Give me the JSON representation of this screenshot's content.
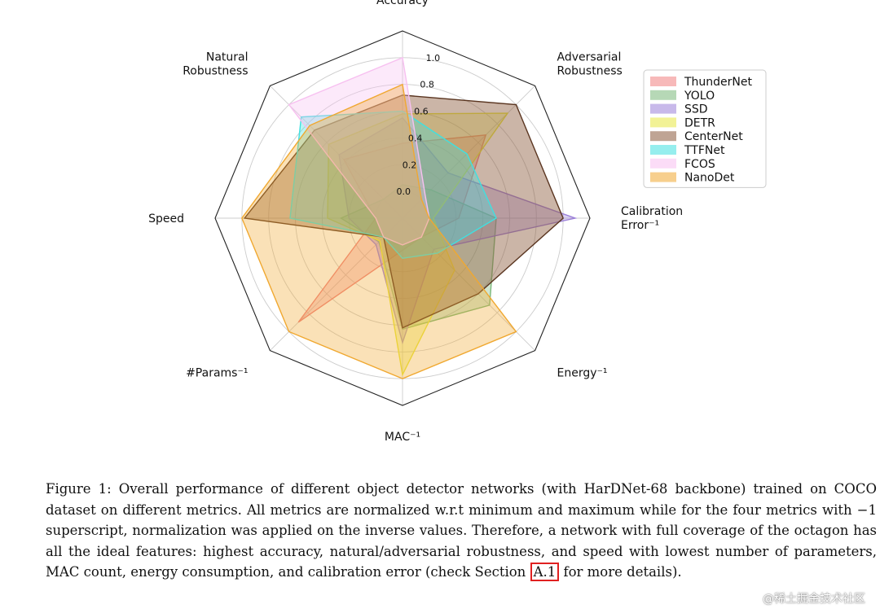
{
  "chart_data": {
    "type": "radar",
    "axes": [
      "Accuracy",
      "Adversarial Robustness",
      "Calibration Error⁻¹",
      "Energy⁻¹",
      "MAC⁻¹",
      "#Params⁻¹",
      "Speed",
      "Natural Robustness"
    ],
    "radial_ticks": [
      "0.0",
      "0.2",
      "0.4",
      "0.6",
      "0.8",
      "1.0"
    ],
    "rlim": [
      -0.2,
      1.2
    ],
    "grid": true,
    "legend_position": "right",
    "series": [
      {
        "name": "ThunderNet",
        "color": "#f08080",
        "values": [
          0.36,
          0.68,
          0.22,
          0.0,
          0.04,
          0.9,
          0.0,
          0.42
        ]
      },
      {
        "name": "YOLO",
        "color": "#7ab87a",
        "values": [
          0.05,
          0.1,
          0.5,
          0.72,
          0.63,
          0.05,
          0.26,
          0.0
        ]
      },
      {
        "name": "SSD",
        "color": "#9b7fd9",
        "values": [
          0.55,
          0.28,
          1.09,
          0.13,
          0.73,
          0.08,
          0.2,
          0.47
        ]
      },
      {
        "name": "DETR",
        "color": "#e8e840",
        "values": [
          0.58,
          0.91,
          0.03,
          0.35,
          0.97,
          0.04,
          0.36,
          0.58
        ]
      },
      {
        "name": "CenterNet",
        "color": "#8b5a3c",
        "values": [
          0.72,
          1.0,
          1.0,
          0.6,
          0.62,
          0.0,
          0.98,
          0.73
        ]
      },
      {
        "name": "TTFNet",
        "color": "#40e0e0",
        "values": [
          0.6,
          0.48,
          0.5,
          0.17,
          0.1,
          0.0,
          0.64,
          0.87
        ]
      },
      {
        "name": "FCOS",
        "color": "#f7c0f0",
        "values": [
          1.0,
          0.04,
          0.0,
          0.0,
          0.0,
          0.0,
          0.0,
          1.0
        ]
      },
      {
        "name": "NanoDet",
        "color": "#f0a830",
        "values": [
          0.8,
          0.0,
          0.0,
          1.0,
          1.0,
          1.0,
          1.0,
          0.78
        ]
      }
    ]
  },
  "caption": {
    "text_before": "Figure 1:  Overall performance of different object detector networks (with HarDNet-68 backbone) trained on COCO dataset on different metrics. All metrics are normalized w.r.t minimum and maximum while for the four metrics with −1 superscript, normalization was applied on the inverse values. Therefore, a network with full coverage of the octagon has all the ideal features: highest accuracy, natural/adversarial robustness, and speed with lowest number of parameters, MAC count, energy consumption, and calibration error (check Section ",
    "ref": "A.1",
    "text_after": " for more details)."
  },
  "watermark": "@稀土掘金技术社区"
}
